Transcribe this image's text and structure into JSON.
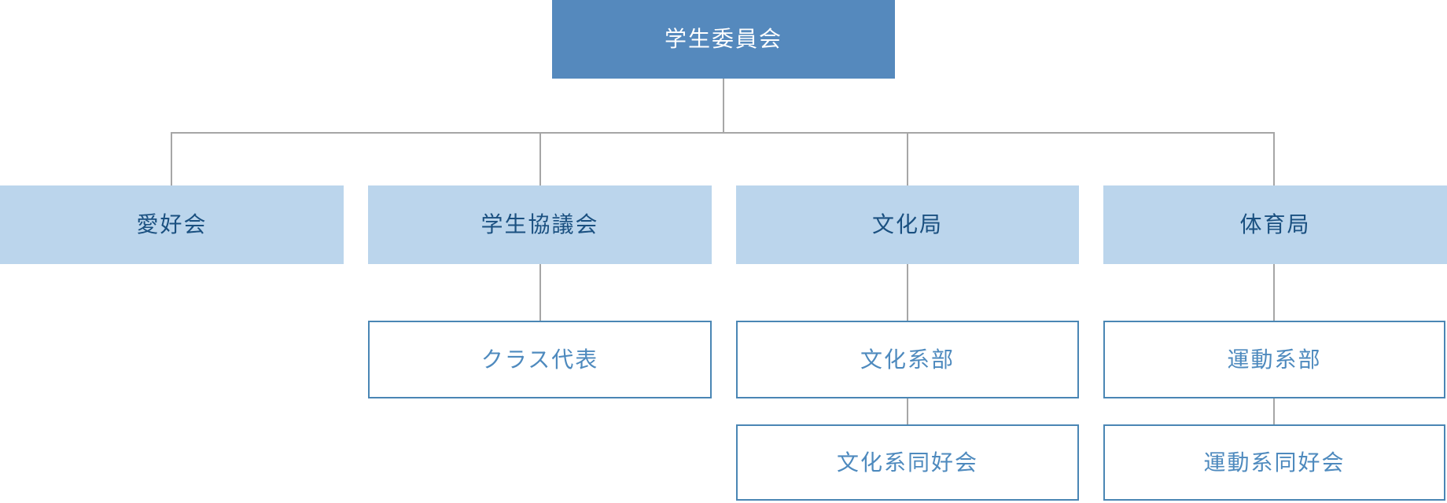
{
  "diagram": {
    "type": "org-chart",
    "nodes": {
      "root": {
        "label": "学生委員会",
        "level": 1,
        "parent": null
      },
      "hobby": {
        "label": "愛好会",
        "level": 2,
        "parent": "root"
      },
      "council": {
        "label": "学生協議会",
        "level": 2,
        "parent": "root"
      },
      "culture": {
        "label": "文化局",
        "level": 2,
        "parent": "root"
      },
      "sports": {
        "label": "体育局",
        "level": 2,
        "parent": "root"
      },
      "class_rep": {
        "label": "クラス代表",
        "level": 3,
        "parent": "council"
      },
      "culture_clubs": {
        "label": "文化系部",
        "level": 3,
        "parent": "culture"
      },
      "sports_clubs": {
        "label": "運動系部",
        "level": 3,
        "parent": "sports"
      },
      "culture_societies": {
        "label": "文化系同好会",
        "level": 4,
        "parent": "culture_clubs"
      },
      "sports_societies": {
        "label": "運動系同好会",
        "level": 4,
        "parent": "sports_clubs"
      }
    }
  },
  "colors": {
    "fill-dark": "#5589BD",
    "fill-light": "#BBD5EC",
    "border-blue": "#4A86B4",
    "text-on-dark": "#ffffff",
    "text-dark": "#1A5080",
    "text-medium": "#4E8ABE",
    "line-gray": "#A6A6A6"
  }
}
